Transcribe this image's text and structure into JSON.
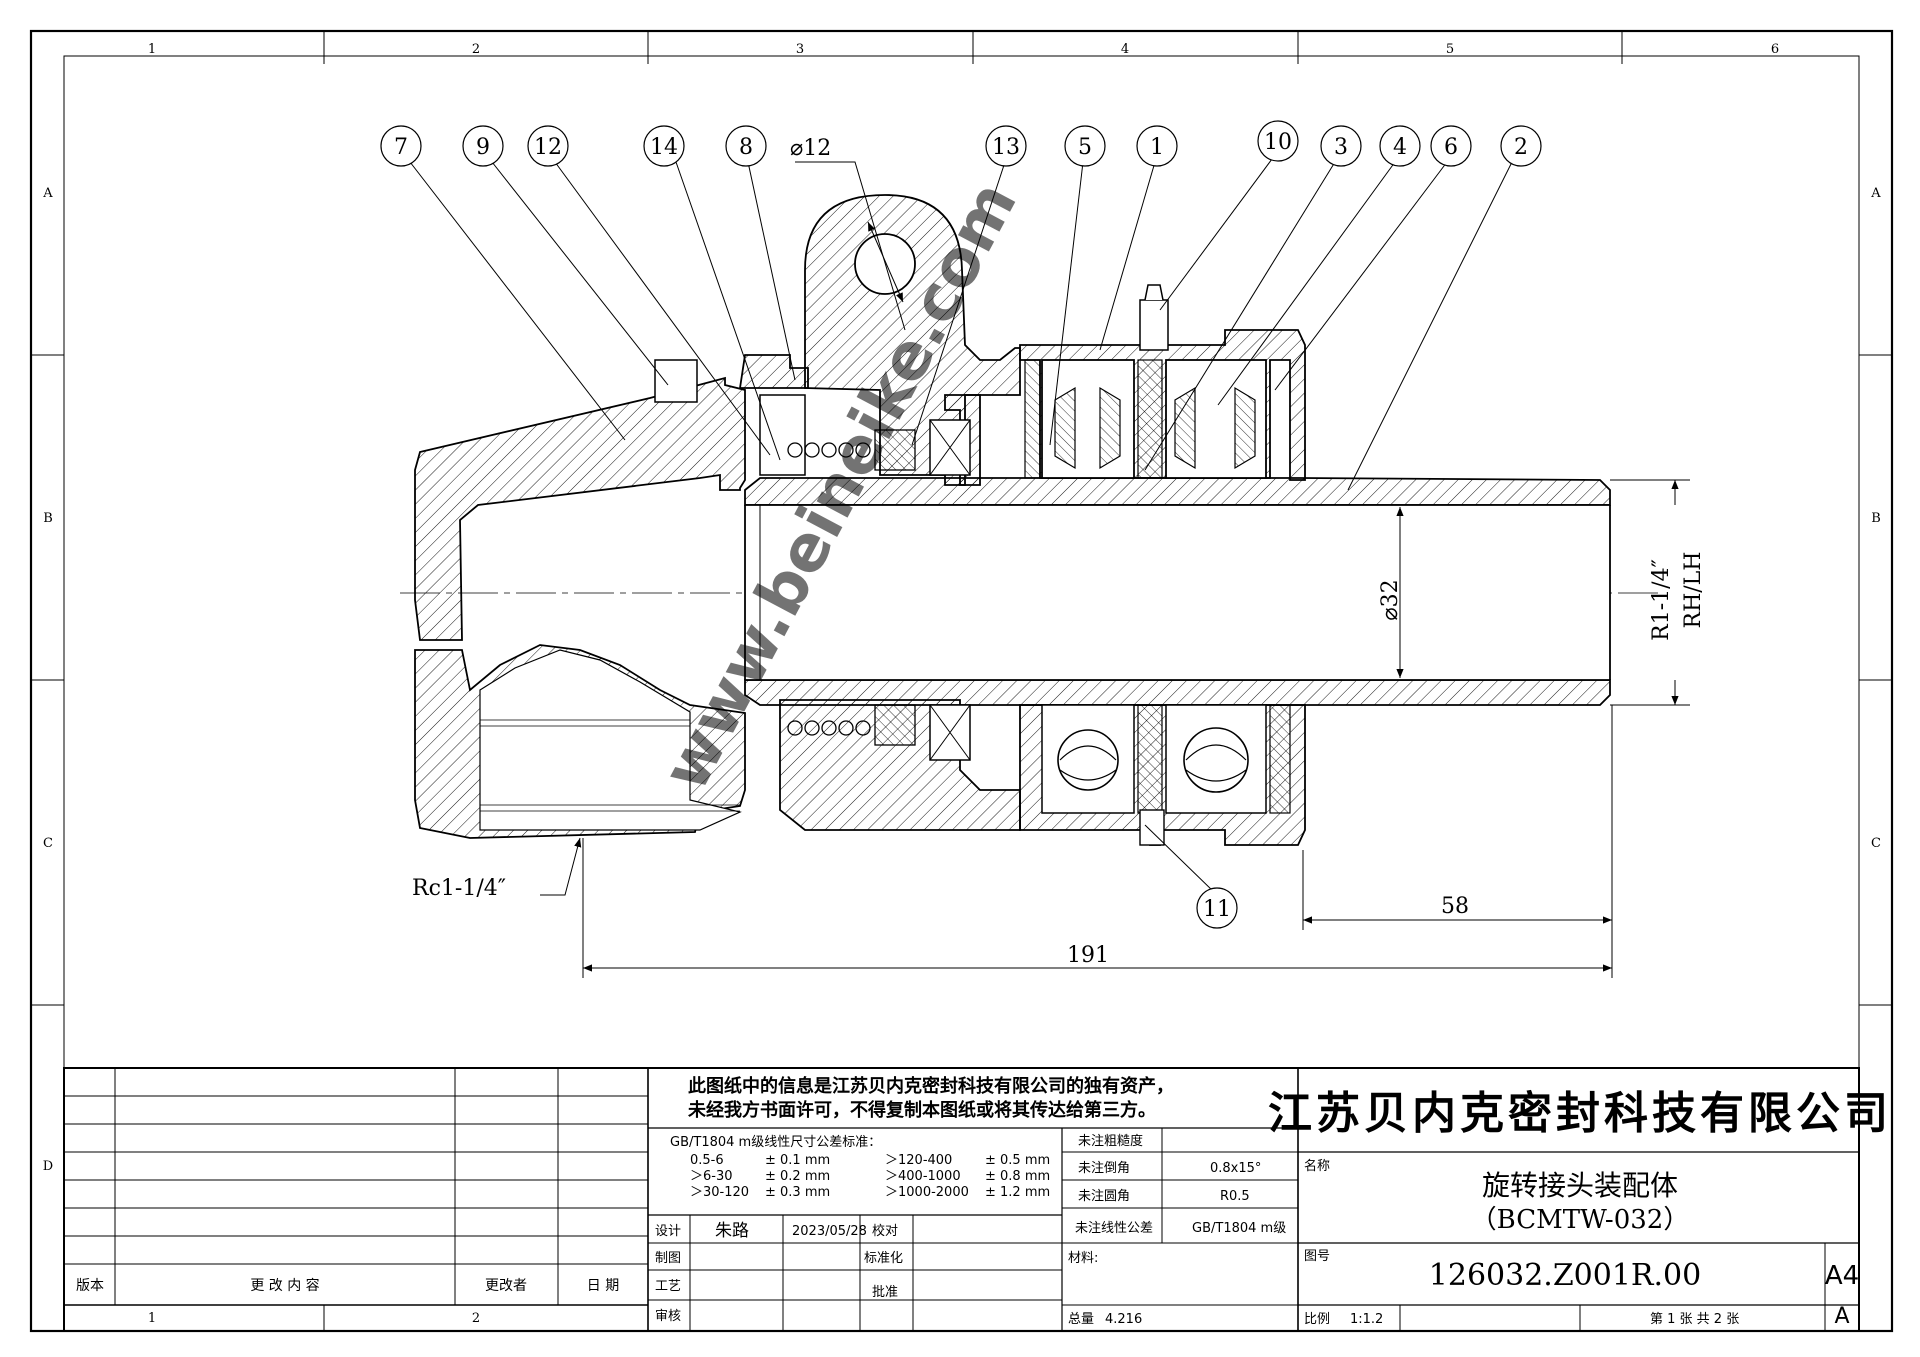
{
  "grid": {
    "columns": [
      "1",
      "2",
      "3",
      "4",
      "5",
      "6"
    ],
    "rows": [
      "A",
      "B",
      "C",
      "D"
    ]
  },
  "balloons": [
    "7",
    "9",
    "12",
    "14",
    "8",
    "13",
    "5",
    "1",
    "10",
    "3",
    "4",
    "6",
    "2",
    "11"
  ],
  "dimensions": {
    "hole": "⌀12",
    "bore": "⌀32",
    "thread_out_1": "R1-1/4″",
    "thread_out_2": "RH/LH",
    "thread_in": "Rc1-1/4″",
    "len_total": "191",
    "len_tail": "58"
  },
  "watermark": "www.beineike.com",
  "title_block": {
    "notice_line1": "此图纸中的信息是江苏贝内克密封科技有限公司的独有资产，",
    "notice_line2": "未经我方书面许可，不得复制本图纸或将其传达给第三方。",
    "company": "江苏贝内克密封科技有限公司",
    "name_label": "名称",
    "part_name": "旋转接头装配体",
    "part_model": "（BCMTW-032）",
    "drawing_no_label": "图号",
    "drawing_no": "126032.Z001R.00",
    "paper_size": "A4",
    "revision": "A",
    "tolerance_title": "GB/T1804 m级线性尺寸公差标准：",
    "tolerance_rows": [
      [
        "0.5-6",
        "± 0.1 mm",
        "＞120-400",
        "± 0.5 mm"
      ],
      [
        "＞6-30",
        "± 0.2 mm",
        "＞400-1000",
        "± 0.8 mm"
      ],
      [
        "＞30-120",
        "± 0.3 mm",
        "＞1000-2000",
        "± 1.2 mm"
      ]
    ],
    "roughness_label": "未注粗糙度",
    "chamfer_label": "未注倒角",
    "chamfer_value": "0.8x15°",
    "fillet_label": "未注圆角",
    "fillet_value": "R0.5",
    "linear_tol_label": "未注线性公差",
    "linear_tol_value": "GB/T1804 m级",
    "material_label": "材料:",
    "design_label": "设计",
    "designer": "朱路",
    "design_date": "2023/05/28",
    "check_label": "校对",
    "drafting_label": "制图",
    "standard_label": "标准化",
    "process_label": "工艺",
    "approve_label": "批准",
    "review_label": "审核",
    "weight_label": "总量",
    "weight_value": "4.216",
    "scale_label": "比例",
    "scale_value": "1:1.2",
    "sheet_info": "第 1 张    共 2 张",
    "rev_version": "版本",
    "rev_content": "更 改 内 容",
    "rev_by": "更改者",
    "rev_date": "日 期"
  }
}
